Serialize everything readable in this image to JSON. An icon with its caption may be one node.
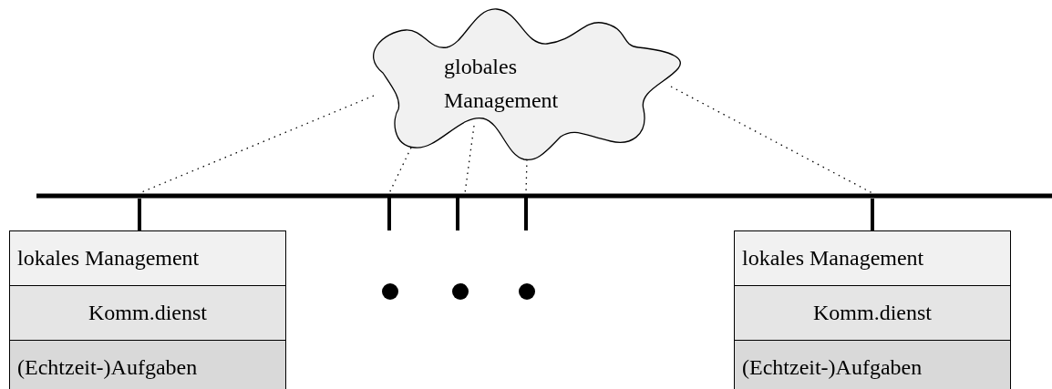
{
  "diagram": {
    "nodes": [
      {
        "text": [
          "globales Management"
        ]
      },
      {
        "text": [],
        "shape": "bar"
      },
      {
        "text": [
          "lokales Management"
        ]
      },
      {
        "text": [
          "Komm.dienst"
        ]
      },
      {
        "text": [
          "(Echtzeit-)Aufgaben"
        ]
      },
      {
        "text": [
          "lokales Management"
        ]
      },
      {
        "text": [
          "Komm.dienst"
        ]
      },
      {
        "text": [
          "(Echtzeit-)Aufgaben"
        ]
      }
    ],
    "edges": [
      {
        "from": 1,
        "to": 2,
        "arrow": "none",
        "style": "thick"
      },
      {
        "from": 1,
        "to": 5,
        "arrow": "none",
        "style": "thick"
      },
      {
        "from": 0,
        "to": 1,
        "arrow": "none",
        "style": "dashed"
      },
      {
        "from": 0,
        "to": 1,
        "arrow": "none",
        "style": "dashed"
      },
      {
        "from": 0,
        "to": 1,
        "arrow": "none",
        "style": "dashed"
      },
      {
        "from": 0,
        "to": 1,
        "arrow": "none",
        "style": "dashed"
      },
      {
        "from": 0,
        "to": 1,
        "arrow": "none",
        "style": "dashed"
      }
    ]
  }
}
